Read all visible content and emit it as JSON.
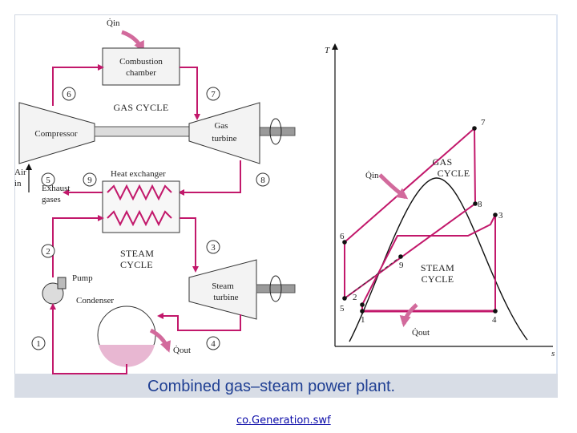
{
  "caption": "Combined gas–steam power plant.",
  "footer_link": "co.Generation.swf",
  "colors": {
    "pipe": "#c2186b",
    "caption_text": "#1f3f93",
    "link": "#0a0aa8",
    "condensate": "#e8b7d2"
  },
  "schematic": {
    "q_in": "Q̇in",
    "q_out": "Q̇out",
    "combustion_chamber": [
      "Combustion",
      "chamber"
    ],
    "gas_cycle": "GAS CYCLE",
    "compressor": "Compressor",
    "gas_turbine": [
      "Gas",
      "turbine"
    ],
    "air_in": [
      "Air",
      "in"
    ],
    "exhaust_gases": [
      "Exhaust",
      "gases"
    ],
    "heat_exchanger": "Heat exchanger",
    "steam_cycle": [
      "STEAM",
      "CYCLE"
    ],
    "pump": "Pump",
    "condenser": "Condenser",
    "steam_turbine": [
      "Steam",
      "turbine"
    ],
    "states": [
      "1",
      "2",
      "3",
      "4",
      "5",
      "6",
      "7",
      "8",
      "9"
    ]
  },
  "ts_diagram": {
    "t_axis": "T",
    "s_axis": "s",
    "gas_cycle": [
      "GAS",
      "CYCLE"
    ],
    "steam_cycle": [
      "STEAM",
      "CYCLE"
    ],
    "q_in": "Q̇in",
    "q_out": "Q̇out",
    "states": [
      "1",
      "2",
      "3",
      "4",
      "5",
      "6",
      "7",
      "8",
      "9"
    ]
  }
}
